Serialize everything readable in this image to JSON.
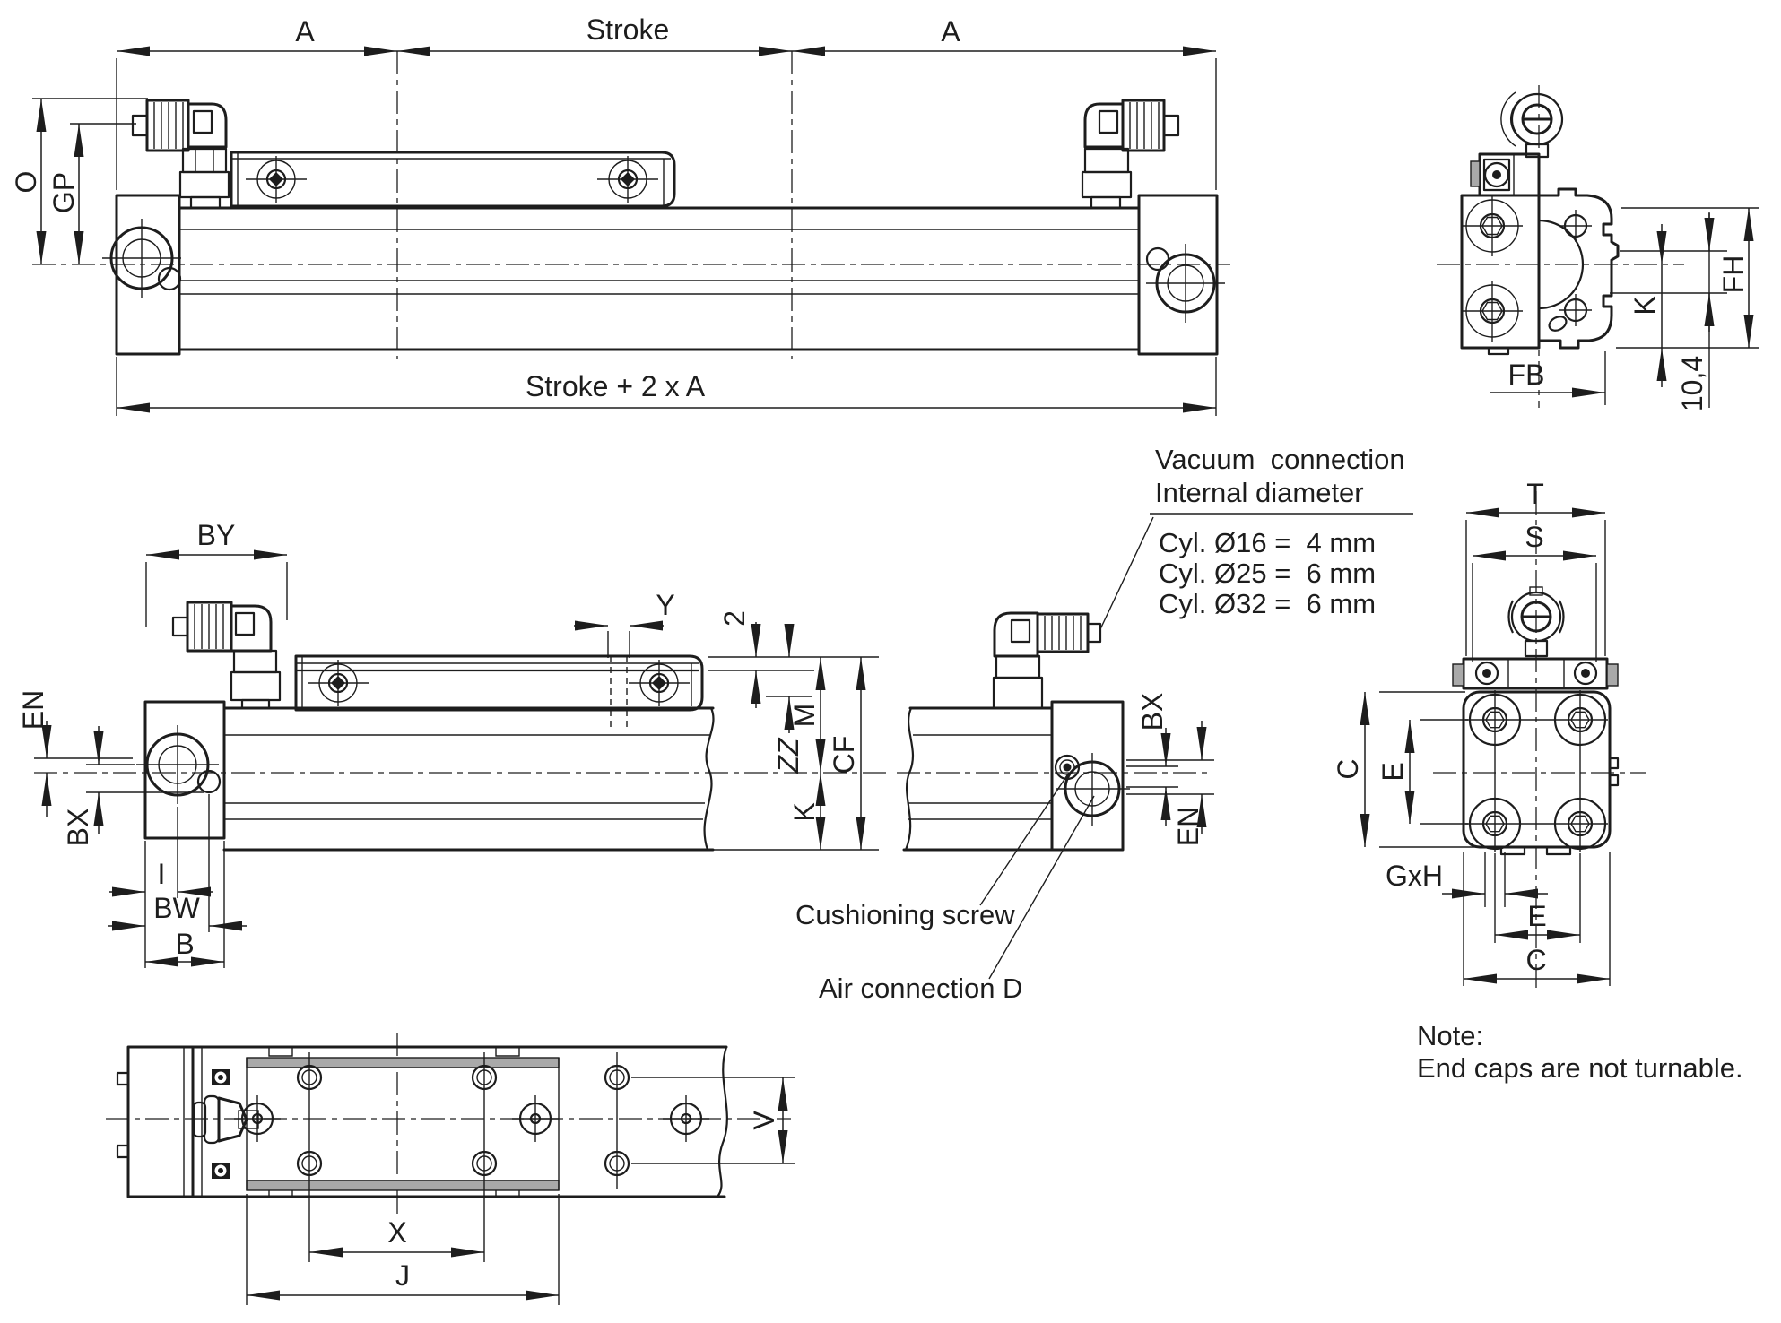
{
  "views": {
    "side": {
      "a_left": "A",
      "stroke": "Stroke",
      "a_right": "A",
      "total": "Stroke + 2 x A",
      "o": "O",
      "gp": "GP"
    },
    "end_top": {
      "fh": "FH",
      "k": "K",
      "fb": "FB",
      "offset": "10,4"
    },
    "side_detail": {
      "by": "BY",
      "en": "EN",
      "bx": "BX",
      "i": "I",
      "bw": "BW",
      "b": "B",
      "y": "Y",
      "two": "2",
      "zz": "ZZ",
      "m": "M",
      "cf": "CF",
      "k": "K"
    },
    "side_right": {
      "bx": "BX",
      "en": "EN"
    },
    "end_front": {
      "t": "T",
      "s": "S",
      "c_left": "C",
      "e_left": "E",
      "gxh": "GxH",
      "e_bottom": "E",
      "c_bottom": "C"
    },
    "bottom": {
      "v": "V",
      "x": "X",
      "j": "J"
    }
  },
  "annotations": {
    "vacuum": {
      "line1": "Vacuum  connection",
      "line2": "Internal diameter",
      "rows": [
        "Cyl. Ø16 =  4 mm",
        "Cyl. Ø25 =  6 mm",
        "Cyl. Ø32 =  6 mm"
      ]
    },
    "cushioning": "Cushioning screw",
    "air": "Air connection D",
    "note_title": "Note:",
    "note_body": "End caps are not turnable."
  }
}
